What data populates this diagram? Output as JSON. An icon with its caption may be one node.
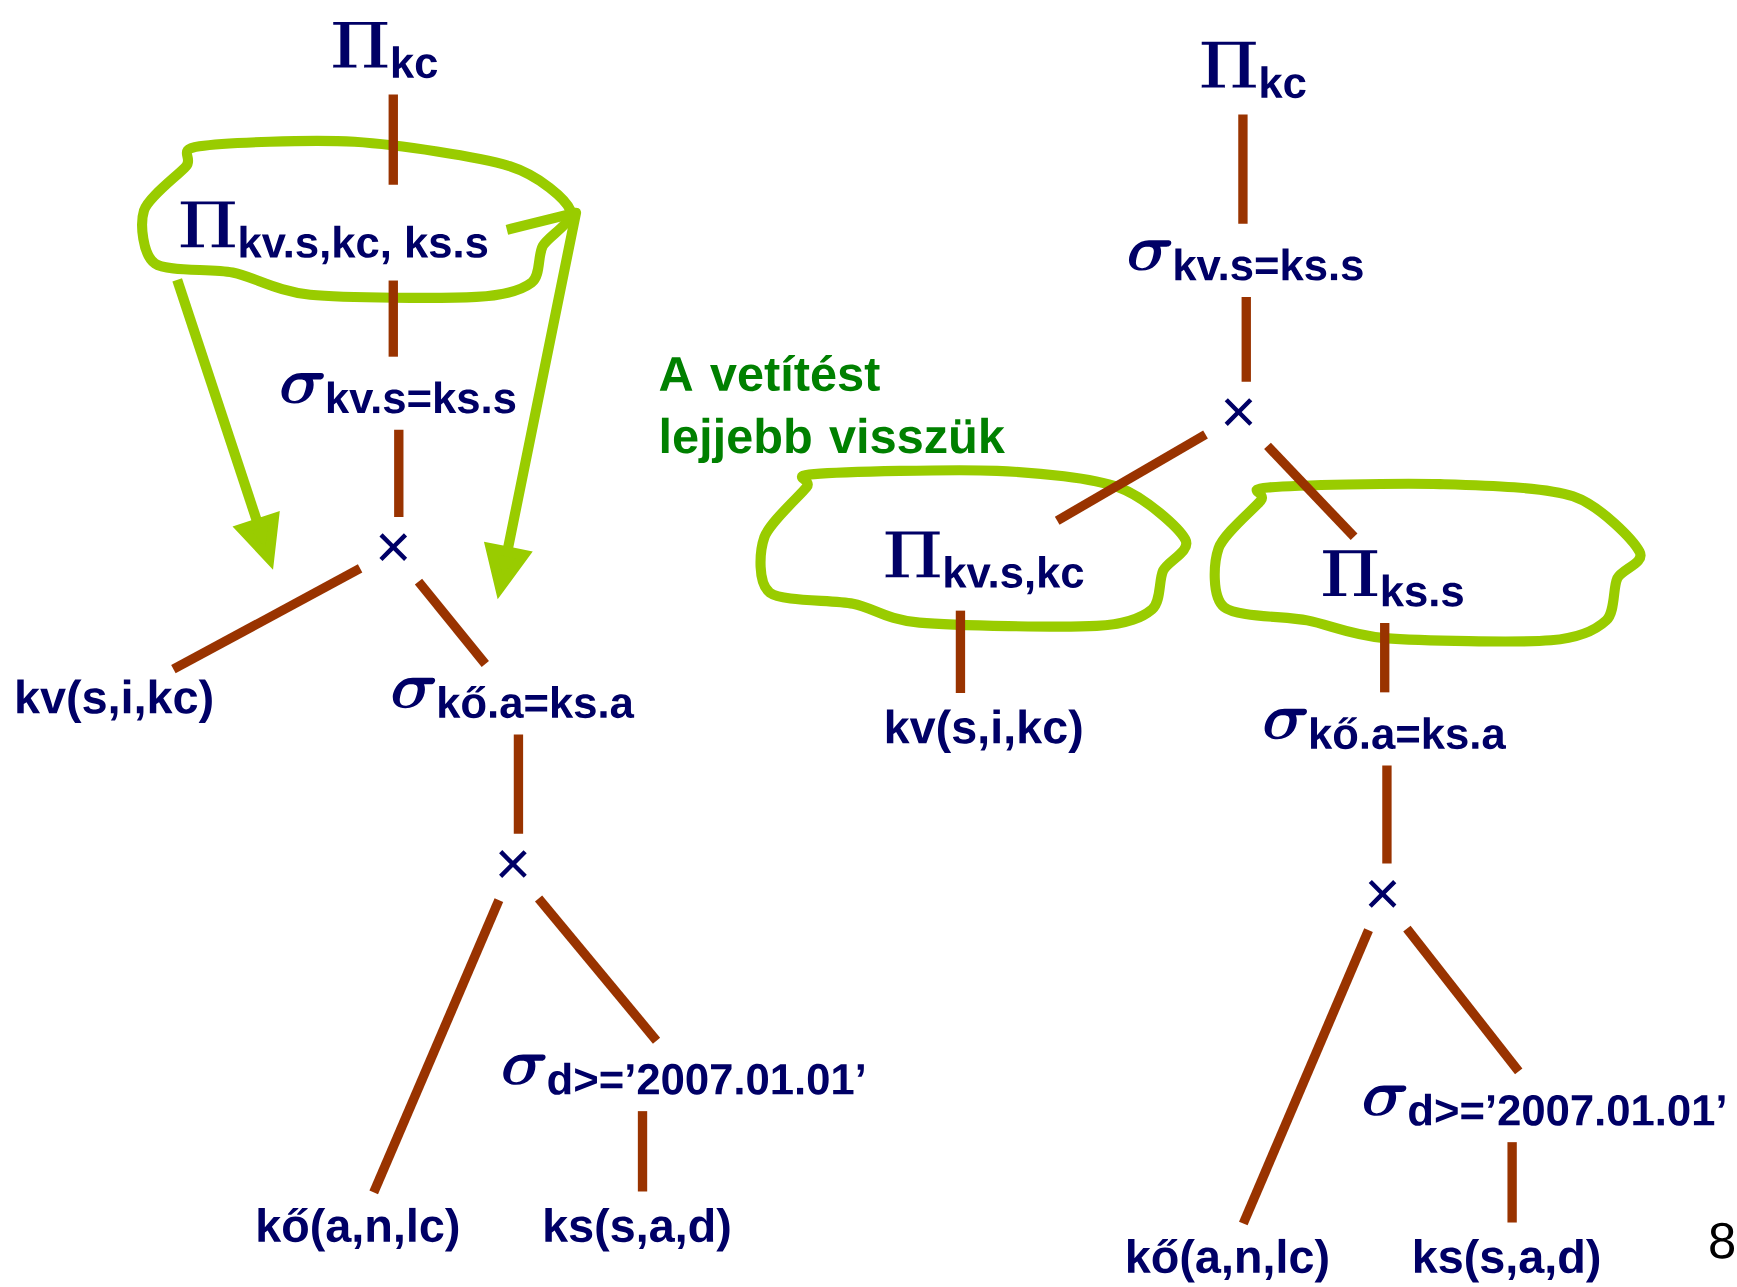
{
  "diagram": {
    "nodes": [
      {
        "text": [
          "\\Pi_{\\text{kc}}"
        ]
      },
      {
        "text": [
          "\\Pi_{\\text{kv.s,kc, ks.s}}"
        ]
      },
      {
        "text": [
          "\\sigma_{\\text{kv.s=ks.s}}"
        ]
      },
      {
        "text": [
          "×"
        ]
      },
      {
        "text": [
          "kv(s,i,kc)"
        ]
      },
      {
        "text": [
          "\\sigma_{\\text{kő.a=ks.a}}"
        ]
      },
      {
        "text": [
          "×"
        ]
      },
      {
        "text": [
          "kő(a,n,lc)"
        ]
      },
      {
        "text": [
          "\\sigma_{\\text{d>='2007.01.01'}}"
        ]
      },
      {
        "text": [
          "ks(s,a,d)"
        ]
      },
      {
        "text": [
          "\\Pi_{\\text{kc}}"
        ]
      },
      {
        "text": [
          "\\sigma_{\\text{kv.s=ks.s}}"
        ]
      },
      {
        "text": [
          "×"
        ]
      },
      {
        "text": [
          "\\Pi_{\\text{kv.s,kc}}"
        ]
      },
      {
        "text": [
          "\\Pi_{\\text{ks.s}}"
        ]
      },
      {
        "text": [
          "kv(s,i,kc)"
        ]
      },
      {
        "text": [
          "\\sigma_{\\text{kő.a=ks.a}}"
        ]
      },
      {
        "text": [
          "×"
        ]
      },
      {
        "text": [
          "kő(a,n,lc)"
        ]
      },
      {
        "text": [
          "\\sigma_{\\text{d>='2007.01.01'}}"
        ]
      },
      {
        "text": [
          "ks(s,a,d)"
        ]
      }
    ],
    "edges": [
      {
        "from": 0,
        "to": 1,
        "arrow": "none"
      },
      {
        "from": 1,
        "to": 2,
        "arrow": "none"
      },
      {
        "from": 2,
        "to": 3,
        "arrow": "none"
      },
      {
        "from": 3,
        "to": 4,
        "arrow": "none"
      },
      {
        "from": 3,
        "to": 5,
        "arrow": "none"
      },
      {
        "from": 5,
        "to": 6,
        "arrow": "none"
      },
      {
        "from": 6,
        "to": 7,
        "arrow": "none"
      },
      {
        "from": 6,
        "to": 8,
        "arrow": "none"
      },
      {
        "from": 8,
        "to": 9,
        "arrow": "none"
      },
      {
        "from": 10,
        "to": 11,
        "arrow": "none"
      },
      {
        "from": 11,
        "to": 12,
        "arrow": "none"
      },
      {
        "from": 12,
        "to": 13,
        "arrow": "none"
      },
      {
        "from": 12,
        "to": 14,
        "arrow": "none"
      },
      {
        "from": 13,
        "to": 15,
        "arrow": "none"
      },
      {
        "from": 14,
        "to": 16,
        "arrow": "none"
      },
      {
        "from": 16,
        "to": 17,
        "arrow": "none"
      },
      {
        "from": 17,
        "to": 18,
        "arrow": "none"
      },
      {
        "from": 17,
        "to": 19,
        "arrow": "none"
      },
      {
        "from": 19,
        "to": 20,
        "arrow": "none"
      },
      {
        "from": 1,
        "to": null,
        "arrow": "to",
        "color": "#99cc00"
      },
      {
        "from": 1,
        "to": null,
        "arrow": "to",
        "color": "#99cc00"
      }
    ],
    "labels": [
      "A vetítést lejjebb visszük",
      "8"
    ]
  }
}
